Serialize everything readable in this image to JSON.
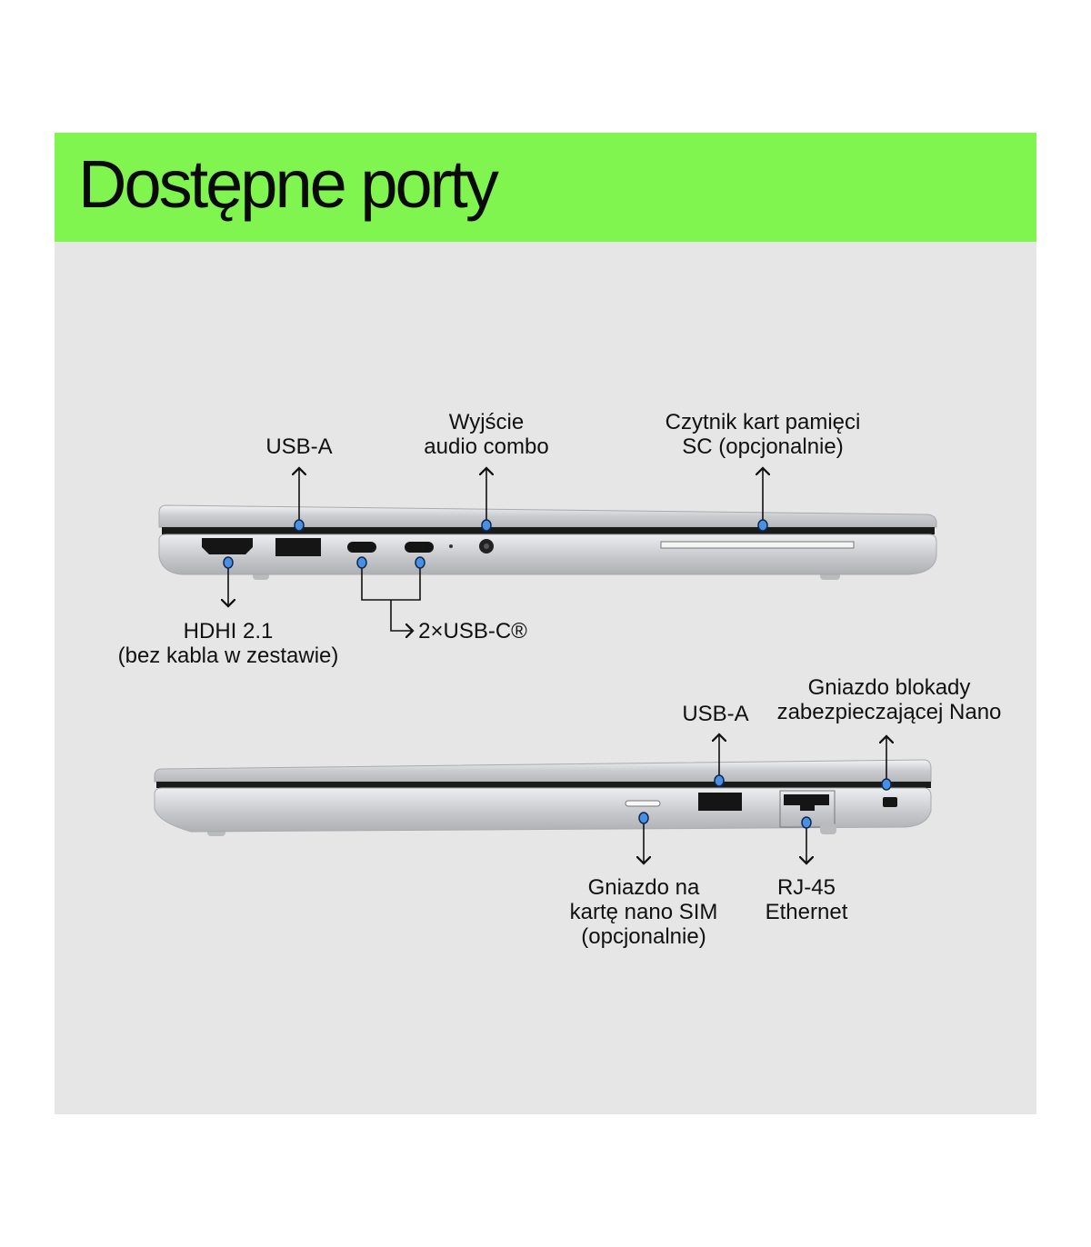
{
  "title": "Dostępne porty",
  "colors": {
    "banner": "#80f54f",
    "panel": "#e6e6e6",
    "marker": "#4a90e2"
  },
  "top_view": {
    "labels": {
      "usb_a": [
        "USB-A"
      ],
      "audio": [
        "Wyjście",
        "audio combo"
      ],
      "card_reader": [
        "Czytnik kart pamięci",
        "SC (opcjonalnie)"
      ],
      "hdmi": [
        "HDHI 2.1",
        "(bez kabla w zestawie)"
      ],
      "usb_c": [
        "2×USB-C®"
      ]
    }
  },
  "bottom_view": {
    "labels": {
      "lock": [
        "Gniazdo blokady",
        "zabezpieczającej Nano"
      ],
      "usb_a": [
        "USB-A"
      ],
      "sim": [
        "Gniazdo na",
        "kartę nano SIM",
        "(opcjonalnie)"
      ],
      "rj45": [
        "RJ-45",
        "Ethernet"
      ]
    }
  }
}
